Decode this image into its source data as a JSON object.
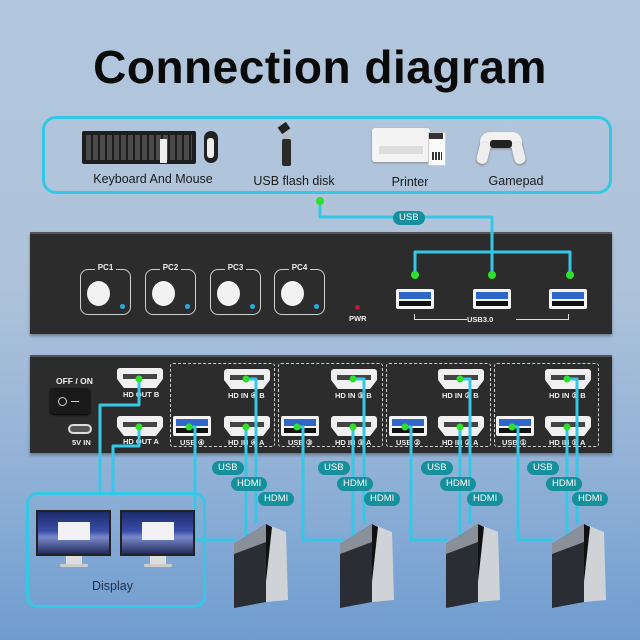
{
  "title": "Connection diagram",
  "peripherals": [
    {
      "label": "Keyboard And Mouse",
      "icon": "keyboard-mouse-icon"
    },
    {
      "label": "USB flash disk",
      "icon": "usb-flash-disk-icon"
    },
    {
      "label": "Printer",
      "icon": "printer-icon"
    },
    {
      "label": "Gamepad",
      "icon": "gamepad-icon"
    }
  ],
  "front_panel": {
    "pc_buttons": [
      "PC1",
      "PC2",
      "PC3",
      "PC4"
    ],
    "pwr_label": "PWR",
    "usb_label": "USB3.0",
    "usb_tag": "USB"
  },
  "rear_panel": {
    "power_switch_label": "OFF / ON",
    "power_in_label": "5V IN",
    "hd_out_b": "HD OUT B",
    "hd_out_a": "HD OUT A",
    "groups": [
      {
        "usb": "USB ④",
        "in_b": "HD IN ④ B",
        "in_a": "HD IN ④ A"
      },
      {
        "usb": "USB ③",
        "in_b": "HD IN ③ B",
        "in_a": "HD IN ③ A"
      },
      {
        "usb": "USB ②",
        "in_b": "HD IN ② B",
        "in_a": "HD IN ② A"
      },
      {
        "usb": "USB ①",
        "in_b": "HD IN ① B",
        "in_a": "HD IN ① A"
      }
    ]
  },
  "cable_tags": {
    "usb": "USB",
    "hdmi": "HDMI"
  },
  "display_label": "Display",
  "colors": {
    "cable": "#35c8e6",
    "connector_dot": "#2ee02a",
    "tag_bg": "#16909c",
    "panel": "#2c2c2c"
  }
}
